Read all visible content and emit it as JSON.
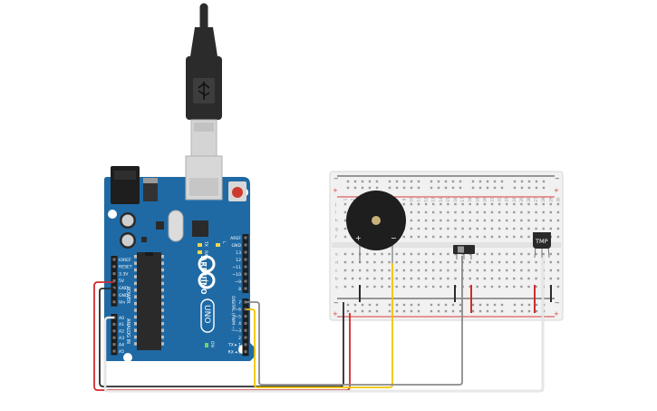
{
  "colors": {
    "arduino_board": "#1f6aa5",
    "arduino_dark": "#155a8f",
    "breadboard": "#f1f1f1",
    "rail_red": "#d93a3a",
    "rail_blue": "#3a3a3a",
    "wire_red": "#d22a2a",
    "wire_black": "#2a2a2a",
    "wire_yellow": "#f2c400",
    "wire_gray": "#8a8a8a",
    "wire_white": "#f4f4f4",
    "usb_black": "#2b2b2b",
    "usb_metal": "#c9c9c9"
  },
  "arduino": {
    "brand": "ARDUINO",
    "model": "UNO",
    "on_label": "ON",
    "power_header_label": "POWER",
    "analog_header_label": "ANALOG IN",
    "digital_header_label": "DIGITAL (PWM ~)",
    "tx_label": "TX",
    "rx_label": "RX",
    "l_label": "L",
    "power_pins": [
      "IOREF",
      "RESET",
      "3.3V",
      "5V",
      "GND",
      "GND",
      "Vin"
    ],
    "analog_pins": [
      "A0",
      "A1",
      "A2",
      "A3",
      "A4",
      "A5"
    ],
    "digital_pins_top": [
      "AREF",
      "GND",
      "13",
      "12",
      "~11",
      "~10",
      "~9",
      "8"
    ],
    "digital_pins_bottom": [
      "7",
      "~6",
      "~5",
      "4",
      "~3",
      "2",
      "TX ▸ 1",
      "RX ◂ 0"
    ]
  },
  "breadboard": {
    "column_numbers": [
      "1",
      "2",
      "3",
      "4",
      "5",
      "6",
      "7",
      "8",
      "9",
      "10",
      "11",
      "12",
      "13",
      "14",
      "15",
      "16",
      "17",
      "18",
      "19",
      "20",
      "21",
      "22",
      "23",
      "24",
      "25",
      "26",
      "27",
      "28",
      "29",
      "30"
    ],
    "row_letters_top": [
      "j",
      "i",
      "h",
      "g",
      "f"
    ],
    "row_letters_bottom": [
      "e",
      "d",
      "c",
      "b",
      "a"
    ],
    "rail_plus": "+",
    "rail_minus": "−"
  },
  "components": {
    "buzzer_plus": "+",
    "buzzer_minus": "−",
    "temp_sensor_label": "TMP"
  }
}
